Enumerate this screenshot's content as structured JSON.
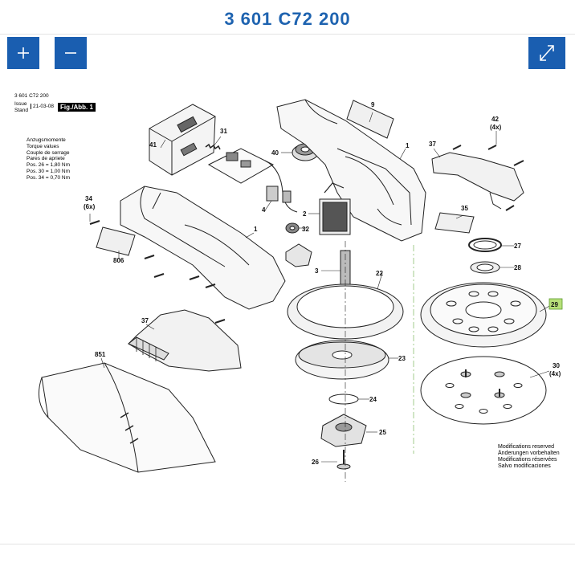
{
  "document": {
    "number": "3 601 C72 200"
  },
  "toolbar": {
    "zoom_in_icon": "plus-icon",
    "zoom_out_icon": "minus-icon",
    "fullscreen_icon": "expand-icon",
    "button_color": "#1a5eb0"
  },
  "drawing_header": {
    "number": "3 601 C72 200",
    "issue_label": "Issue",
    "stand_label": "Stand",
    "date": "21-03-08",
    "figure_label": "Fig./Abb. 1"
  },
  "torque_notes": [
    "Anzugsmomente",
    "Torque values",
    "Couple de serrage",
    "Pares de apriete",
    "Pos. 26   = 1,80 Nm",
    "Pos. 30   = 1,00 Nm",
    "Pos. 34   = 0,70 Nm"
  ],
  "modifications": [
    "Modifications reserved",
    "Änderungen vorbehalten",
    "Modifications réservées",
    "Salvo modificaciones"
  ],
  "callouts": {
    "p9": "9",
    "p41": "41",
    "p31": "31",
    "p40": "40",
    "p1a": "1",
    "p1b": "1",
    "p37a": "37",
    "p37b": "37",
    "p42": "42",
    "p42q": "(4x)",
    "p34": "34",
    "p34q": "(6x)",
    "p4": "4",
    "p2": "2",
    "p32": "32",
    "p35": "35",
    "p27": "27",
    "p28": "28",
    "p29": "29",
    "p806": "806",
    "p3": "3",
    "p22": "22",
    "p23": "23",
    "p24": "24",
    "p25": "25",
    "p26": "26",
    "p30": "30",
    "p30q": "(4x)",
    "p851": "851"
  }
}
